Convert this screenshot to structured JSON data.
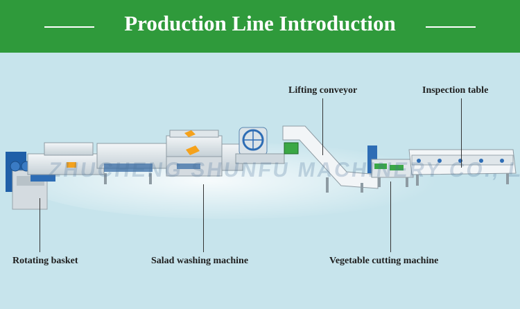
{
  "title": "Production Line Introduction",
  "watermark": "ZHUCHENG SHUNFU MACHINERY CO., LTD",
  "labels": {
    "lifting_conveyor": "Lifting conveyor",
    "inspection_table": "Inspection table",
    "rotating_basket": "Rotating basket",
    "salad_washing_machine": "Salad washing machine",
    "vegetable_cutting_machine": "Vegetable cutting machine"
  },
  "colors": {
    "header_green": "#2f9a3b",
    "background": "#c7e4ec",
    "machine_steel": "#dfe6ea",
    "machine_blue": "#1f5fa8",
    "accent_orange": "#f5a21c",
    "motor_green": "#3aa845"
  }
}
